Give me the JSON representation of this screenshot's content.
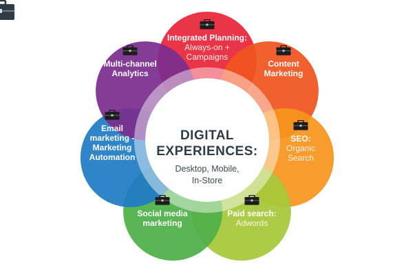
{
  "center": {
    "title_line1": "DIGITAL",
    "title_line2": "EXPERIENCES:",
    "subtitle_line1": "Desktop, Mobile,",
    "subtitle_line2": "In-Store",
    "icon": "briefcase-icon"
  },
  "petals": [
    {
      "id": "integrated-planning",
      "title": [
        "Integrated Planning:"
      ],
      "sub": [
        "Always-on +",
        "Campaigns"
      ],
      "color": "#e8253a",
      "icon": "briefcase-icon"
    },
    {
      "id": "content-marketing",
      "title": [
        "Content",
        "Marketing"
      ],
      "sub": [],
      "color": "#f0551f",
      "icon": "briefcase-icon"
    },
    {
      "id": "seo",
      "title": [
        "SEO:"
      ],
      "sub": [
        "Organic",
        "Search"
      ],
      "color": "#f7941d",
      "icon": "briefcase-icon"
    },
    {
      "id": "paid-search",
      "title": [
        "Paid search:"
      ],
      "sub": [
        "Adwords"
      ],
      "color": "#a6c83a",
      "icon": "briefcase-icon"
    },
    {
      "id": "social-media-marketing",
      "title": [
        "Social media",
        "marketing"
      ],
      "sub": [],
      "color": "#4daf48",
      "icon": "briefcase-icon"
    },
    {
      "id": "email-marketing",
      "title": [
        "Email",
        "marketing -",
        "Marketing",
        "Automation"
      ],
      "sub": [],
      "color": "#1f7cc4",
      "icon": "briefcase-icon"
    },
    {
      "id": "multi-channel-analytics",
      "title": [
        "Multi-channel",
        "Analytics"
      ],
      "sub": [],
      "color": "#7b2d8e",
      "icon": "briefcase-icon"
    }
  ]
}
